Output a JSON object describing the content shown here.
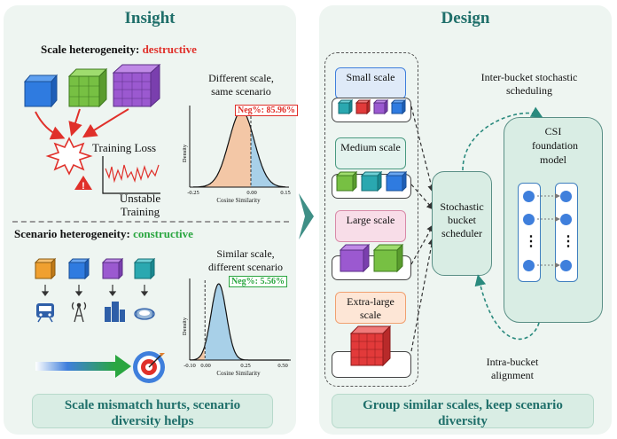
{
  "insight": {
    "title": "Insight",
    "scale": {
      "heading_prefix": "Scale heterogeneity: ",
      "heading_emphasis": "destructive",
      "loss_label": "Training Loss",
      "unstable_label": "Unstable Training",
      "chart_title": "Different scale, same scenario",
      "neg_label": "Neg%: 85.96%"
    },
    "scenario": {
      "heading_prefix": "Scenario heterogeneity: ",
      "heading_emphasis": "constructive",
      "chart_title": "Similar scale, different scenario",
      "neg_label": "Neg%: 5.56%"
    },
    "bottom": "Scale mismatch hurts, scenario diversity helps"
  },
  "design": {
    "title": "Design",
    "buckets": [
      "Small scale",
      "Medium scale",
      "Large scale",
      "Extra-large scale"
    ],
    "scheduler": "Stochastic bucket scheduler",
    "model": "CSI foundation model",
    "inter_label": "Inter-bucket stochastic scheduling",
    "intra_label": "Intra-bucket alignment",
    "dots": "⋮",
    "bottom": "Group similar scales, keep scenario diversity"
  },
  "colors": {
    "teal": "#1f6f6a",
    "red": "#e0302a",
    "green": "#2aa640",
    "blue": "#3f7fdc",
    "cube_blue": "#2f7be0",
    "cube_green": "#77c043",
    "cube_purple": "#9b59d0",
    "cube_orange": "#f0a030",
    "cube_teal": "#2aa8b0",
    "cube_red": "#e23a3a"
  },
  "chart_data": [
    {
      "type": "area",
      "title": "Different scale, same scenario",
      "xlabel": "Cosine Similarity",
      "ylabel": "Density",
      "x_ticks": [
        "-0.25",
        "0.00",
        "0.15"
      ],
      "xlim": [
        -0.25,
        0.15
      ],
      "distribution": {
        "mean": -0.04,
        "sd": 0.055
      },
      "negative_fraction_label": "Neg%: 85.96%"
    },
    {
      "type": "area",
      "title": "Similar scale, different scenario",
      "xlabel": "Cosine Similarity",
      "ylabel": "Density",
      "x_ticks": [
        "-0.10",
        "0.00",
        "0.25",
        "0.50"
      ],
      "xlim": [
        -0.1,
        0.55
      ],
      "distribution": {
        "mean": 0.09,
        "sd": 0.05
      },
      "negative_fraction_label": "Neg%: 5.56%"
    }
  ]
}
